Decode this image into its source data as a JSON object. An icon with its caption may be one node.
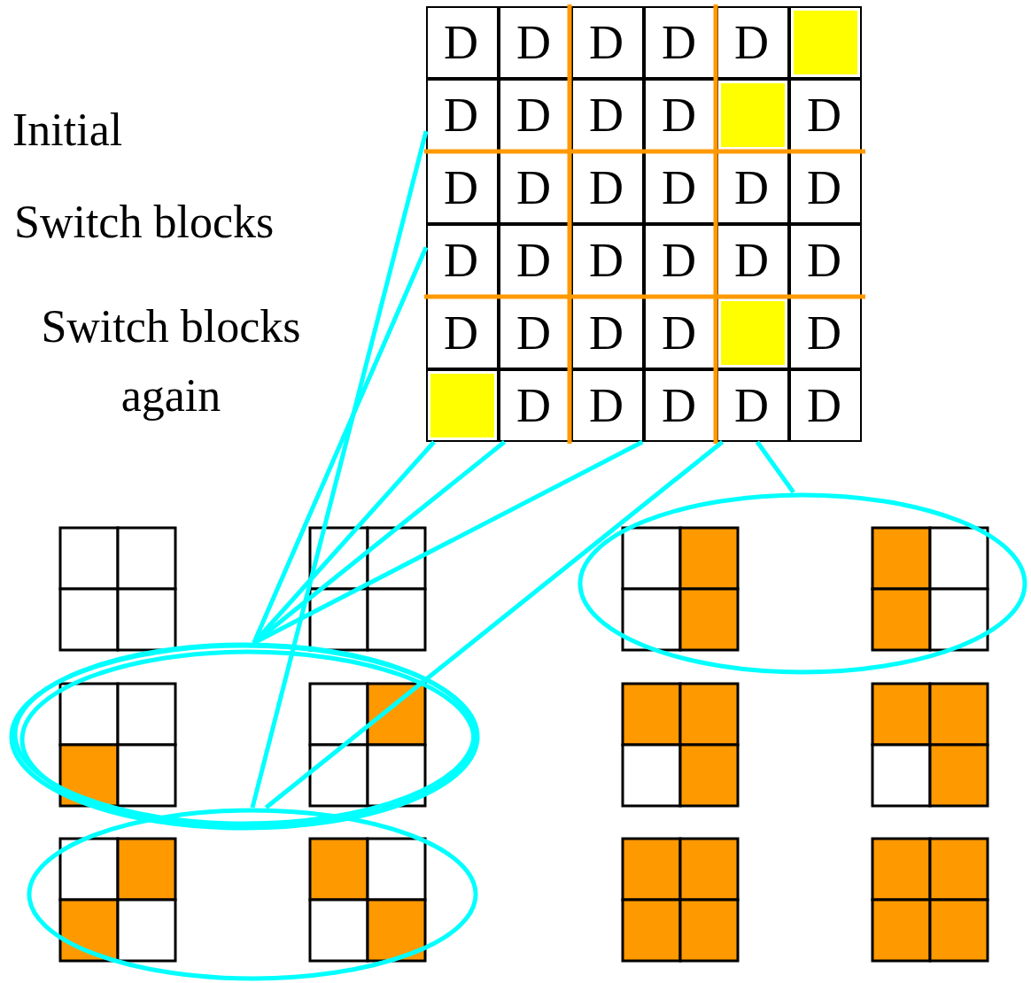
{
  "diagram": {
    "nodes": [
      {
        "text": [
          "D",
          "D",
          "D",
          "D"
        ]
      },
      {
        "text": [
          "D",
          "D",
          "D",
          "D"
        ]
      },
      {
        "text": [
          "D",
          "D"
        ]
      },
      {
        "text": [
          "D",
          "D",
          "D",
          "D"
        ]
      },
      {
        "text": [
          "D",
          "D",
          "D",
          "D"
        ]
      },
      {
        "text": [
          "D",
          "D",
          "D",
          "D"
        ]
      },
      {
        "text": [
          "D",
          "D",
          "D"
        ]
      },
      {
        "text": [
          "D",
          "D",
          "D",
          "D"
        ]
      },
      {
        "text": [
          "D",
          "D",
          "D"
        ]
      },
      {
        "text": [],
        "shape": "ellipse"
      },
      {
        "text": [],
        "shape": "ellipse"
      },
      {
        "text": [],
        "shape": "ellipse"
      }
    ],
    "edges": [
      {
        "from": 0,
        "to": 11,
        "arrow": "none"
      },
      {
        "from": 3,
        "to": 10,
        "arrow": "none"
      },
      {
        "from": 6,
        "to": 10,
        "arrow": "none"
      },
      {
        "from": 6,
        "to": 10,
        "arrow": "none"
      },
      {
        "from": 7,
        "to": 10,
        "arrow": "none"
      },
      {
        "from": 8,
        "to": 11,
        "arrow": "none"
      },
      {
        "from": 8,
        "to": 9,
        "arrow": "none"
      }
    ],
    "labels": [
      "Initial",
      "Switch blocks",
      "Switch blocks again"
    ]
  }
}
